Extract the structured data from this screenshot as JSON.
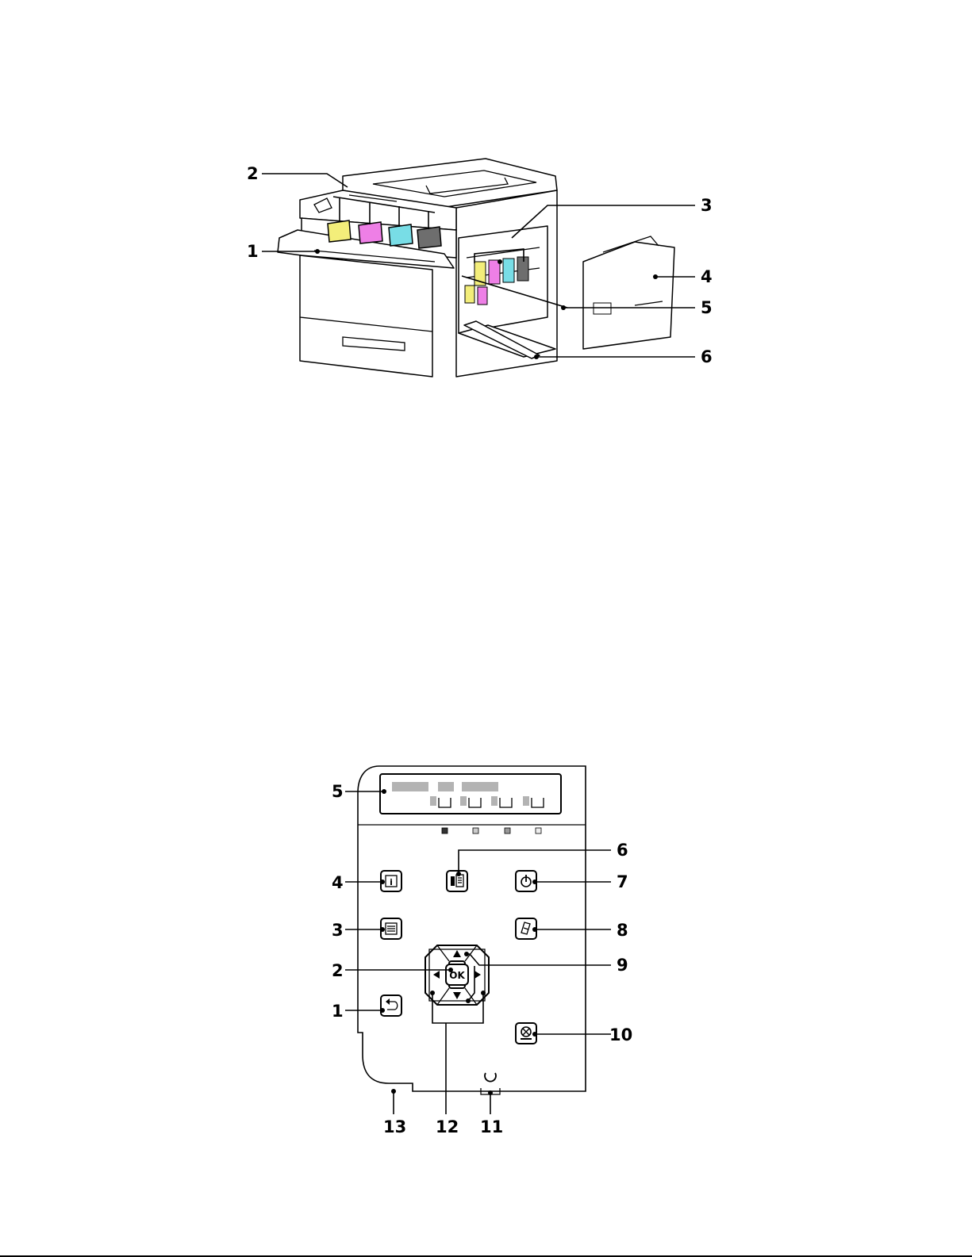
{
  "printer_figure": {
    "callouts": [
      {
        "id": "1",
        "label": "1"
      },
      {
        "id": "2",
        "label": "2"
      },
      {
        "id": "3",
        "label": "3"
      },
      {
        "id": "4",
        "label": "4"
      },
      {
        "id": "5",
        "label": "5"
      },
      {
        "id": "6",
        "label": "6"
      }
    ],
    "toner_colors": {
      "yellow": "#f3ee7a",
      "magenta": "#ee7fe6",
      "cyan": "#78dde6",
      "black": "#6e6e6e"
    }
  },
  "control_panel_figure": {
    "callouts": [
      {
        "id": "1",
        "label": "1"
      },
      {
        "id": "2",
        "label": "2"
      },
      {
        "id": "3",
        "label": "3"
      },
      {
        "id": "4",
        "label": "4"
      },
      {
        "id": "5",
        "label": "5"
      },
      {
        "id": "6",
        "label": "6"
      },
      {
        "id": "7",
        "label": "7"
      },
      {
        "id": "8",
        "label": "8"
      },
      {
        "id": "9",
        "label": "9"
      },
      {
        "id": "10",
        "label": "10"
      },
      {
        "id": "11",
        "label": "11"
      },
      {
        "id": "12",
        "label": "12"
      },
      {
        "id": "13",
        "label": "13"
      }
    ],
    "ok_label": "OK",
    "display_block_color": "#b3b3b3"
  }
}
